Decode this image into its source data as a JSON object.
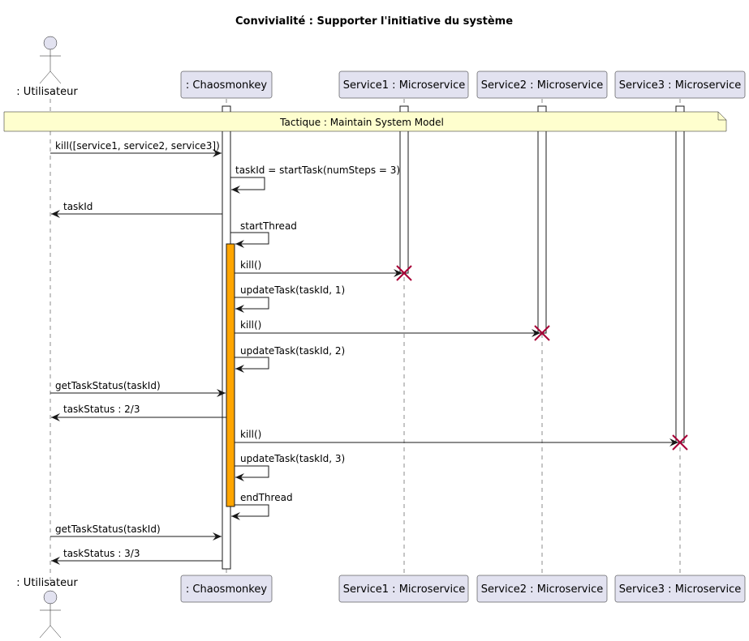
{
  "title": "Convivialité : Supporter l'initiative du système",
  "participants": {
    "user": ": Utilisateur",
    "chaos": ": Chaosmonkey",
    "s1": "Service1 : Microservice",
    "s2": "Service2 : Microservice",
    "s3": "Service3 : Microservice"
  },
  "note": "Tactique : Maintain System Model",
  "messages": [
    "kill([service1, service2, service3])",
    "taskId = startTask(numSteps = 3)",
    "taskId",
    "startThread",
    "kill()",
    "updateTask(taskId, 1)",
    "kill()",
    "updateTask(taskId, 2)",
    "getTaskStatus(taskId)",
    "taskStatus : 2/3",
    "kill()",
    "updateTask(taskId, 3)",
    "endThread",
    "getTaskStatus(taskId)",
    "taskStatus : 3/3"
  ],
  "colors": {
    "participant_fill": "#e2e2f0",
    "note_fill": "#fefece",
    "thread_activation": "#ffa500",
    "destroy_mark": "#a80036",
    "line": "#181818"
  }
}
